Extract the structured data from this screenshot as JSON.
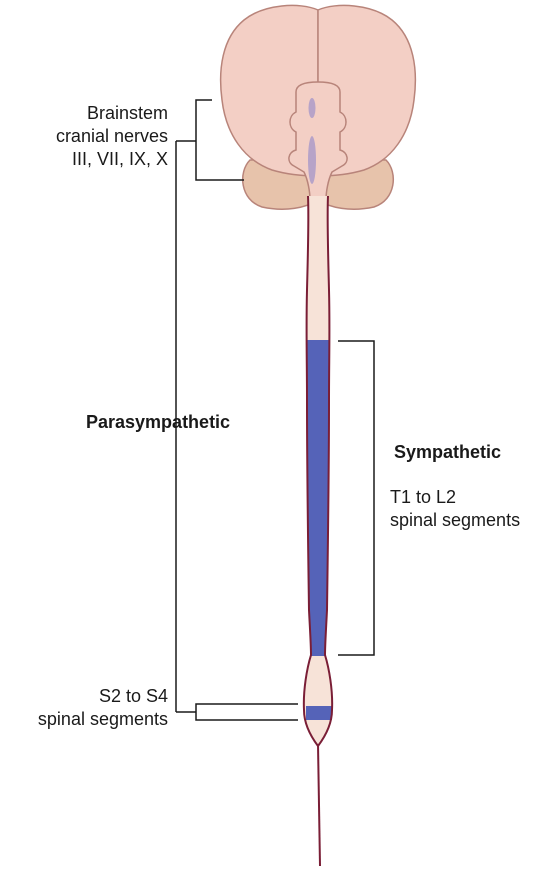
{
  "labels": {
    "brainstem": {
      "line1": "Brainstem",
      "line2": "cranial nerves",
      "line3": "III, VII, IX, X"
    },
    "parasympathetic": "Parasympathetic",
    "sympathetic": "Sympathetic",
    "thoracolumbar": {
      "line1": "T1 to L2",
      "line2": "spinal segments"
    },
    "sacral": {
      "line1": "S2 to S4",
      "line2": "spinal segments"
    }
  },
  "colors": {
    "brain_fill": "#f3cfc5",
    "brain_stroke": "#b8847a",
    "cerebellum_fill": "#e7c3ab",
    "ventricle": "#b7a3c8",
    "cord_fill": "#f7e3d8",
    "cord_stroke": "#7a1e36",
    "highlight": "#5563b8",
    "bracket": "#1a1a1a"
  }
}
